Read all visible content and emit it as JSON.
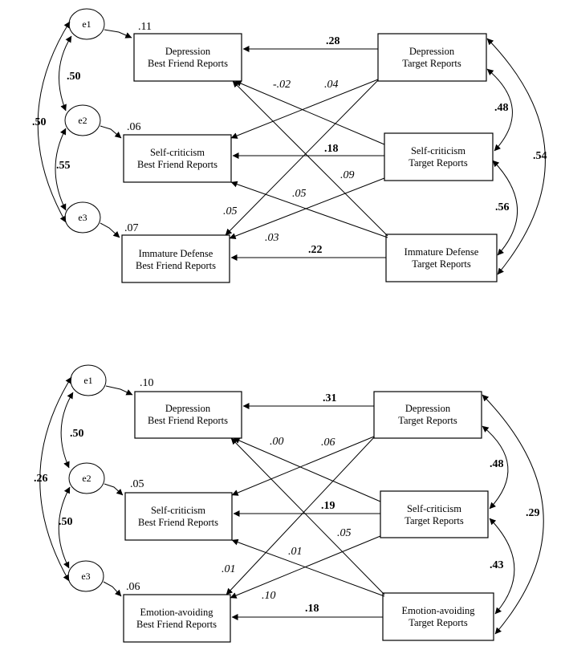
{
  "panel_a": {
    "errors": {
      "e1": "e1",
      "e2": "e2",
      "e3": "e3"
    },
    "r2": {
      "dep": ".11",
      "self": ".06",
      "third": ".07"
    },
    "bf": {
      "dep": [
        "Depression",
        "Best Friend Reports"
      ],
      "self": [
        "Self-criticism",
        "Best Friend Reports"
      ],
      "third": [
        "Immature Defense",
        "Best Friend Reports"
      ]
    },
    "tg": {
      "dep": [
        "Depression",
        "Target Reports"
      ],
      "self": [
        "Self-criticism",
        "Target Reports"
      ],
      "third": [
        "Immature Defense",
        "Target Reports"
      ]
    },
    "paths": {
      "dep_dep": ".28",
      "self_self": ".18",
      "third_third": ".22",
      "self_to_dep": "-.02",
      "dep_to_self": ".04",
      "third_to_dep": ".09",
      "third_to_self": ".05",
      "dep_to_third": ".05",
      "self_to_third": ".03"
    },
    "cov_err": {
      "e1_e2": ".50",
      "e2_e3": ".55",
      "e1_e3": ".50"
    },
    "cov_tg": {
      "dep_self": ".48",
      "self_third": ".56",
      "dep_third": ".54"
    }
  },
  "panel_b": {
    "errors": {
      "e1": "e1",
      "e2": "e2",
      "e3": "e3"
    },
    "r2": {
      "dep": ".10",
      "self": ".05",
      "third": ".06"
    },
    "bf": {
      "dep": [
        "Depression",
        "Best Friend Reports"
      ],
      "self": [
        "Self-criticism",
        "Best Friend Reports"
      ],
      "third": [
        "Emotion-avoiding",
        "Best Friend Reports"
      ]
    },
    "tg": {
      "dep": [
        "Depression",
        "Target Reports"
      ],
      "self": [
        "Self-criticism",
        "Target Reports"
      ],
      "third": [
        "Emotion-avoiding",
        "Target Reports"
      ]
    },
    "paths": {
      "dep_dep": ".31",
      "self_self": ".19",
      "third_third": ".18",
      "self_to_dep": ".00",
      "dep_to_self": ".06",
      "third_to_dep": ".05",
      "third_to_self": ".01",
      "dep_to_third": ".01",
      "self_to_third": ".10"
    },
    "cov_err": {
      "e1_e2": ".50",
      "e2_e3": ".50",
      "e1_e3": ".26"
    },
    "cov_tg": {
      "dep_self": ".48",
      "self_third": ".43",
      "dep_third": ".29"
    }
  }
}
